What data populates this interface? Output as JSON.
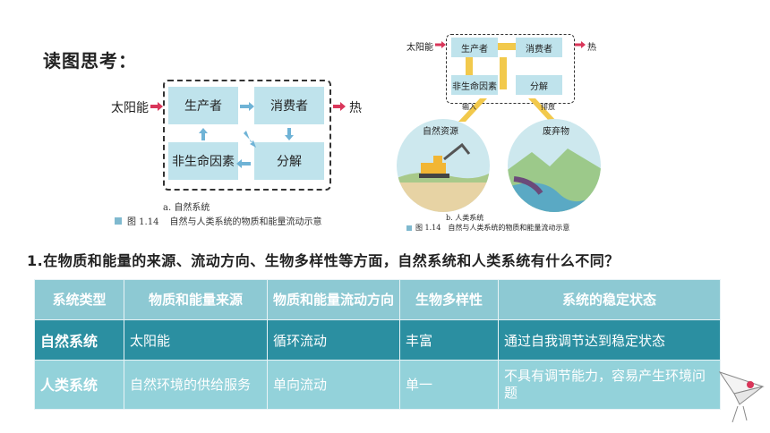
{
  "title": "读图思考：",
  "left_diagram": {
    "input": "太阳能",
    "output": "热",
    "producer": "生产者",
    "consumer": "消费者",
    "abiotic": "非生命因素",
    "decomposer": "分解",
    "sub_caption": "a. 自然系统",
    "fig_label": "图 1.14",
    "fig_title": "自然与人类系统的物质和能量流动示意"
  },
  "right_diagram": {
    "input": "太阳能",
    "output": "热",
    "producer": "生产者",
    "consumer": "消费者",
    "abiotic": "非生命因素",
    "decomposer": "分解",
    "left_arrow": "输入",
    "right_arrow": "排放",
    "resource_label": "自然资源",
    "waste_label": "废弃物",
    "sub_caption": "b. 人类系统",
    "fig_label": "图 1.14",
    "fig_title": "自然与人类系统的物质和能量流动示意"
  },
  "question": "1.在物质和能量的来源、流动方向、生物多样性等方面，自然系统和人类系统有什么不同？",
  "table": {
    "headers": [
      "系统类型",
      "物质和能量来源",
      "物质和能量流动方向",
      "生物多样性",
      "系统的稳定状态"
    ],
    "rows": [
      [
        "自然系统",
        "太阳能",
        "循环流动",
        "丰富",
        "通过自我调节达到稳定状态"
      ],
      [
        "人类系统",
        "自然环境的供给服务",
        "单向流动",
        "单一",
        "不具有调节能力，容易产生环境问题"
      ]
    ]
  },
  "colors": {
    "header_bg": "#8dc9d3",
    "row1_bg": "#2b8fa1",
    "row2_bg": "#93d2da",
    "box": "#bfe3ec",
    "arrow_red": "#d9365a",
    "arrow_yellow": "#f2c94c"
  }
}
